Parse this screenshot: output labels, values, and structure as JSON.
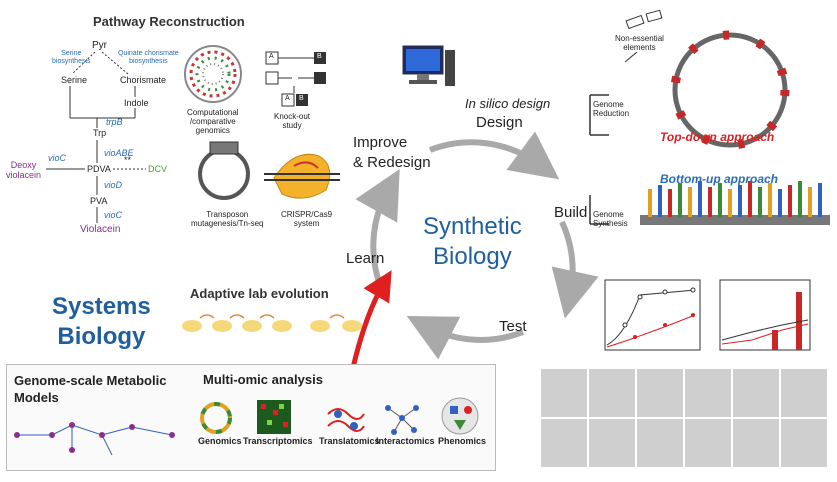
{
  "pathway": {
    "title": "Pathway Reconstruction",
    "pyr": "Pyr",
    "serine_biosynth": "Serine\nbiosynthesis",
    "quinate_biosynth": "Quinate chorismate\nbiosynthesis",
    "serine": "Serine",
    "chorismate": "Chorismate",
    "indole": "Indole",
    "trpB": "trpB",
    "trp": "Trp",
    "vioABE": "vioABE",
    "vioC1": "vioC",
    "deoxy": "Deoxy\nviolacein",
    "pdva": "PDVA",
    "dcv": "DCV",
    "stars": "**",
    "vioD": "vioD",
    "pva": "PVA",
    "vioC2": "vioC",
    "violacein": "Violacein",
    "comp_genomics": "Computational\n/comparative\ngenomics",
    "knockout": "Knock-out\nstudy",
    "transposon": "Transposon\nmutagenesis/Tn-seq",
    "crispr": "CRISPR/Cas9\nsystem",
    "ko_labels": [
      "A",
      "B",
      "A",
      "B"
    ]
  },
  "cycle": {
    "center": "Synthetic\nBiology",
    "in_silico": "In silico design",
    "design": "Design",
    "build": "Build",
    "test": "Test",
    "learn": "Learn",
    "improve": "Improve\n& Redesign"
  },
  "genome": {
    "non_essential": "Non-essential\nelements",
    "reduction": "Genome\nReduction",
    "top_down": "Top-down approach",
    "bottom_up": "Bottom-up approach",
    "synthesis": "Genome\nSynthesis"
  },
  "systems": {
    "title": "Systems\nBiology",
    "ale": "Adaptive lab evolution",
    "gem": "Genome-scale Metabolic\nModels",
    "multiomic": "Multi-omic analysis",
    "omics": [
      "Genomics",
      "Transcriptomics",
      "Translatomics",
      "Interactomics",
      "Phenomics"
    ]
  },
  "colors": {
    "blue": "#2a6db5",
    "dark_blue": "#1f5f9e",
    "red": "#e02020",
    "purple": "#8a2e8f",
    "green": "#4f9a2e",
    "gray_arrow": "#a9a9a9"
  }
}
